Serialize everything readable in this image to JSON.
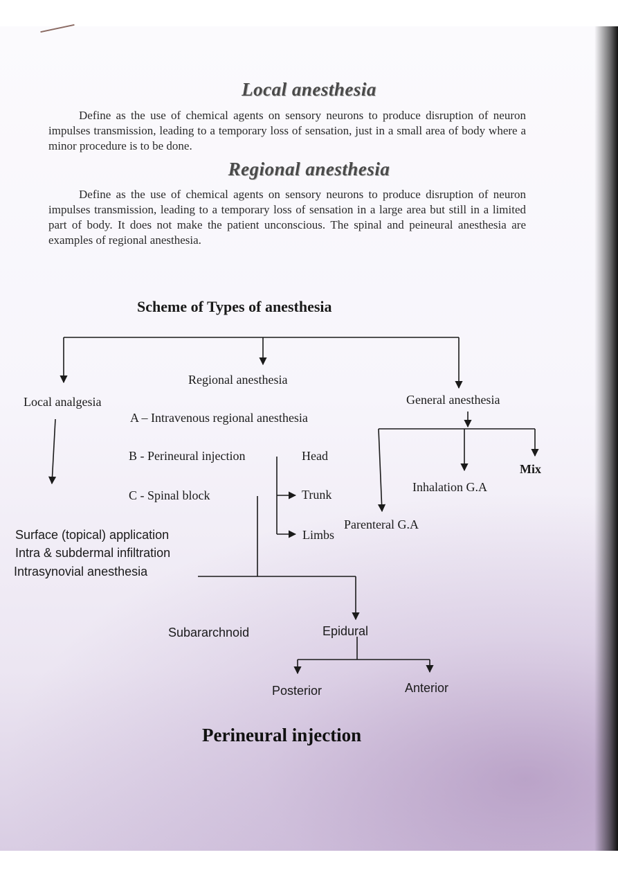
{
  "local": {
    "heading": "Local anesthesia",
    "definition": "Define as the use of chemical agents on sensory neurons to produce disruption of neuron impulses transmission, leading to a temporary loss of sensation, just in a small area of body where a minor procedure is to be done."
  },
  "regional": {
    "heading": "Regional anesthesia",
    "definition": "Define as the use of chemical agents on sensory neurons to produce disruption of neuron impulses transmission, leading to a temporary loss of sensation in a large area but still in a limited part of body. It does not make the patient unconscious. The spinal and peineural anesthesia are examples of regional anesthesia."
  },
  "scheme": {
    "title": "Scheme of Types of anesthesia",
    "local_analgesia": "Local analgesia",
    "regional_anesthesia": "Regional anesthesia",
    "general_anesthesia": "General anesthesia",
    "regional_items": [
      "A – Intravenous regional anesthesia",
      "B - Perineural injection",
      "C - Spinal block"
    ],
    "perineural_sites": [
      "Head",
      "Trunk",
      "Limbs"
    ],
    "local_items": [
      "Surface (topical) application",
      "Intra & subdermal infiltration",
      "Intrasynovial anesthesia"
    ],
    "general_items": {
      "parenteral": "Parenteral G.A",
      "inhalation": "Inhalation G.A",
      "mix": "Mix"
    },
    "spinal_items": {
      "subararchnoid": "Subararchnoid",
      "epidural": "Epidural"
    },
    "epidural_items": {
      "posterior": "Posterior",
      "anterior": "Anterior"
    }
  },
  "footer_heading": "Perineural injection"
}
